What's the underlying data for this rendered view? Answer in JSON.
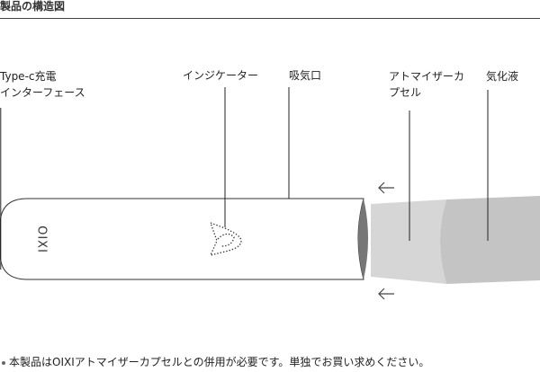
{
  "header": {
    "title": "製品の構造図"
  },
  "labels": {
    "charging_line1": "Type-c充電",
    "charging_line2": "インターフェース",
    "indicator": "インジケーター",
    "mouthpiece": "吸気口",
    "capsule_line1": "アトマイザーカ",
    "capsule_line2": "プセル",
    "liquid": "気化液"
  },
  "device": {
    "logo_text": "OIXI",
    "body_color": "#ffffff",
    "outline_color": "#333333"
  },
  "capsule": {
    "light_color": "#d6d6d6",
    "dark_color": "#c4c4c4",
    "end_color": "#777777"
  },
  "arrows": {
    "glyph": "arrow-left-icon"
  },
  "footnote": {
    "text": "本製品はOIXIアトマイザーカプセルとの併用が必要です。単独でお買い求めください。"
  }
}
